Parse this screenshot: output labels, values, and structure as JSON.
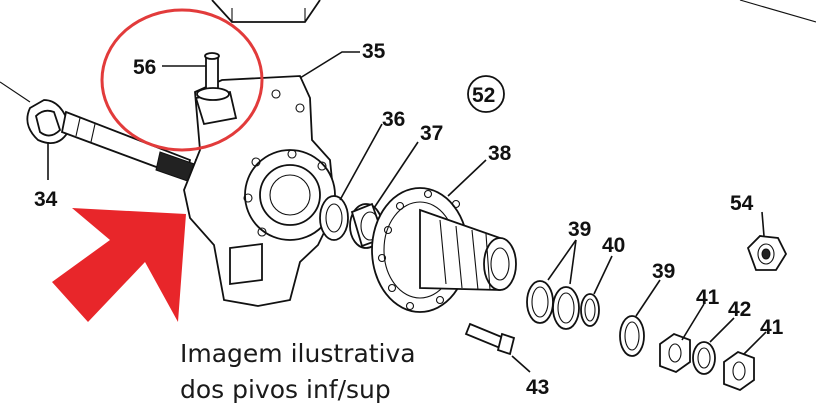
{
  "labels": {
    "l56": "56",
    "l35": "35",
    "l52": "52",
    "l36": "36",
    "l37": "37",
    "l38": "38",
    "l34": "34",
    "l54": "54",
    "l39a": "39",
    "l40": "40",
    "l39b": "39",
    "l41a": "41",
    "l42": "42",
    "l41b": "41",
    "l43": "43"
  },
  "caption": {
    "line1": "Imagem ilustrativa",
    "line2": "dos pivos inf/sup"
  },
  "colors": {
    "highlight_circle": "#e23b3b",
    "arrow": "#e8262a",
    "line": "#111111"
  }
}
